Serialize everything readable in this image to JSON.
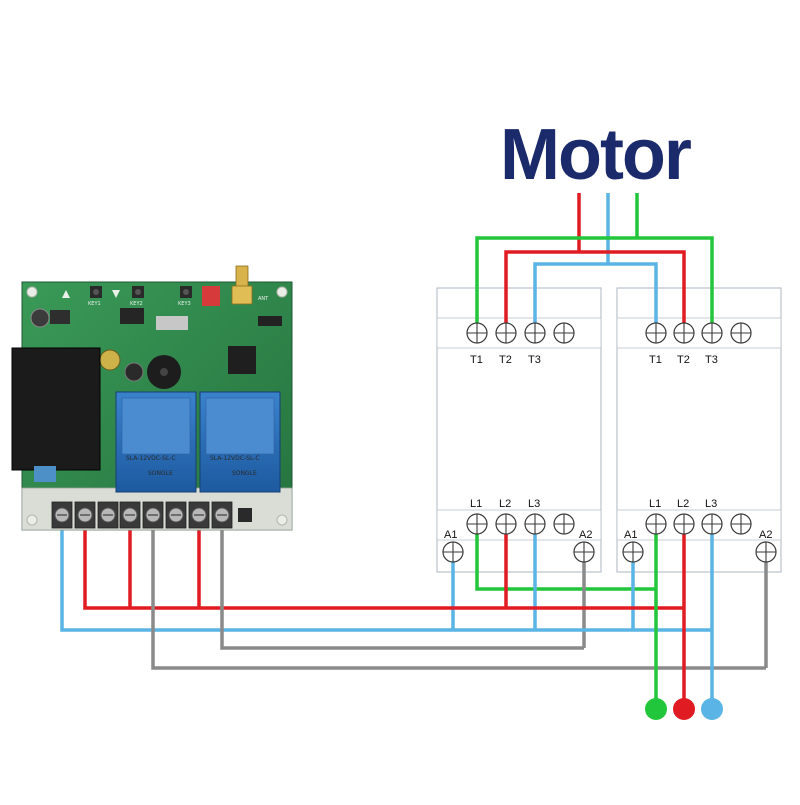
{
  "title": "Motor",
  "colors": {
    "title": "#1b2a6b",
    "red": "#e11b22",
    "green": "#21c63a",
    "blue": "#5ab4e6",
    "gray": "#8a8a8a",
    "pcb": "#2f8a4d",
    "relay": "#2267b5"
  },
  "contactors": [
    {
      "id": "left",
      "top_terminals": [
        "T1",
        "T2",
        "T3"
      ],
      "bottom_terminals": [
        "L1",
        "L2",
        "L3"
      ],
      "coil_terminals": [
        "A1",
        "A2"
      ]
    },
    {
      "id": "right",
      "top_terminals": [
        "T1",
        "T2",
        "T3"
      ],
      "bottom_terminals": [
        "L1",
        "L2",
        "L3"
      ],
      "coil_terminals": [
        "A1",
        "A2"
      ]
    }
  ],
  "controller_board": {
    "relay_brand": "SONGLE",
    "relay_model": "SLA-12VDC-SL-C",
    "antenna_label": "ANT",
    "buttons": [
      "KEY1",
      "KEY2",
      "KEY3"
    ],
    "terminal_count": 8
  },
  "supply_dots": [
    "green-dot",
    "red-dot",
    "blue-dot"
  ]
}
